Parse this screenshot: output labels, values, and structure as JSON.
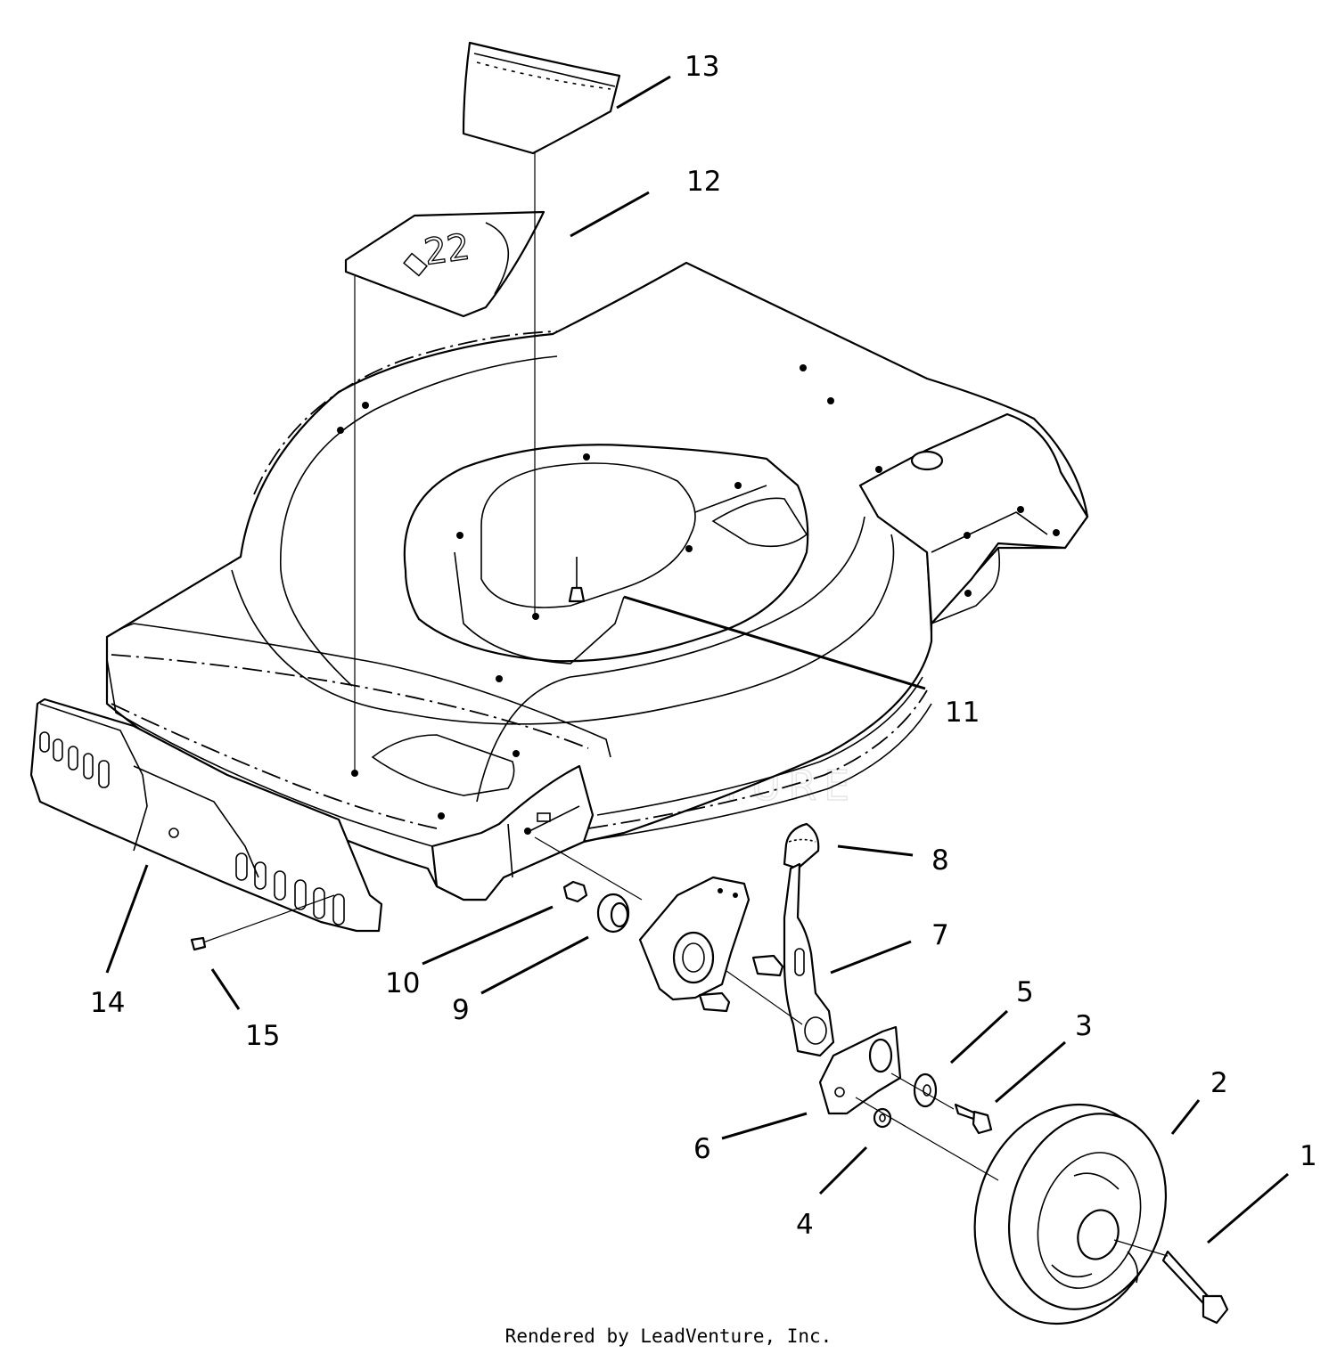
{
  "callouts": [
    {
      "id": "1",
      "text": "1"
    },
    {
      "id": "2",
      "text": "2"
    },
    {
      "id": "3",
      "text": "3"
    },
    {
      "id": "4",
      "text": "4"
    },
    {
      "id": "5",
      "text": "5"
    },
    {
      "id": "6",
      "text": "6"
    },
    {
      "id": "7",
      "text": "7"
    },
    {
      "id": "8",
      "text": "8"
    },
    {
      "id": "9",
      "text": "9"
    },
    {
      "id": "10",
      "text": "10"
    },
    {
      "id": "11",
      "text": "11"
    },
    {
      "id": "12",
      "text": "12"
    },
    {
      "id": "13",
      "text": "13"
    },
    {
      "id": "14",
      "text": "14"
    },
    {
      "id": "15",
      "text": "15"
    }
  ],
  "decal": {
    "size_text": "22"
  },
  "watermark": {
    "text": "LEADVENTURE"
  },
  "footer": {
    "credit": "Rendered by LeadVenture, Inc."
  }
}
